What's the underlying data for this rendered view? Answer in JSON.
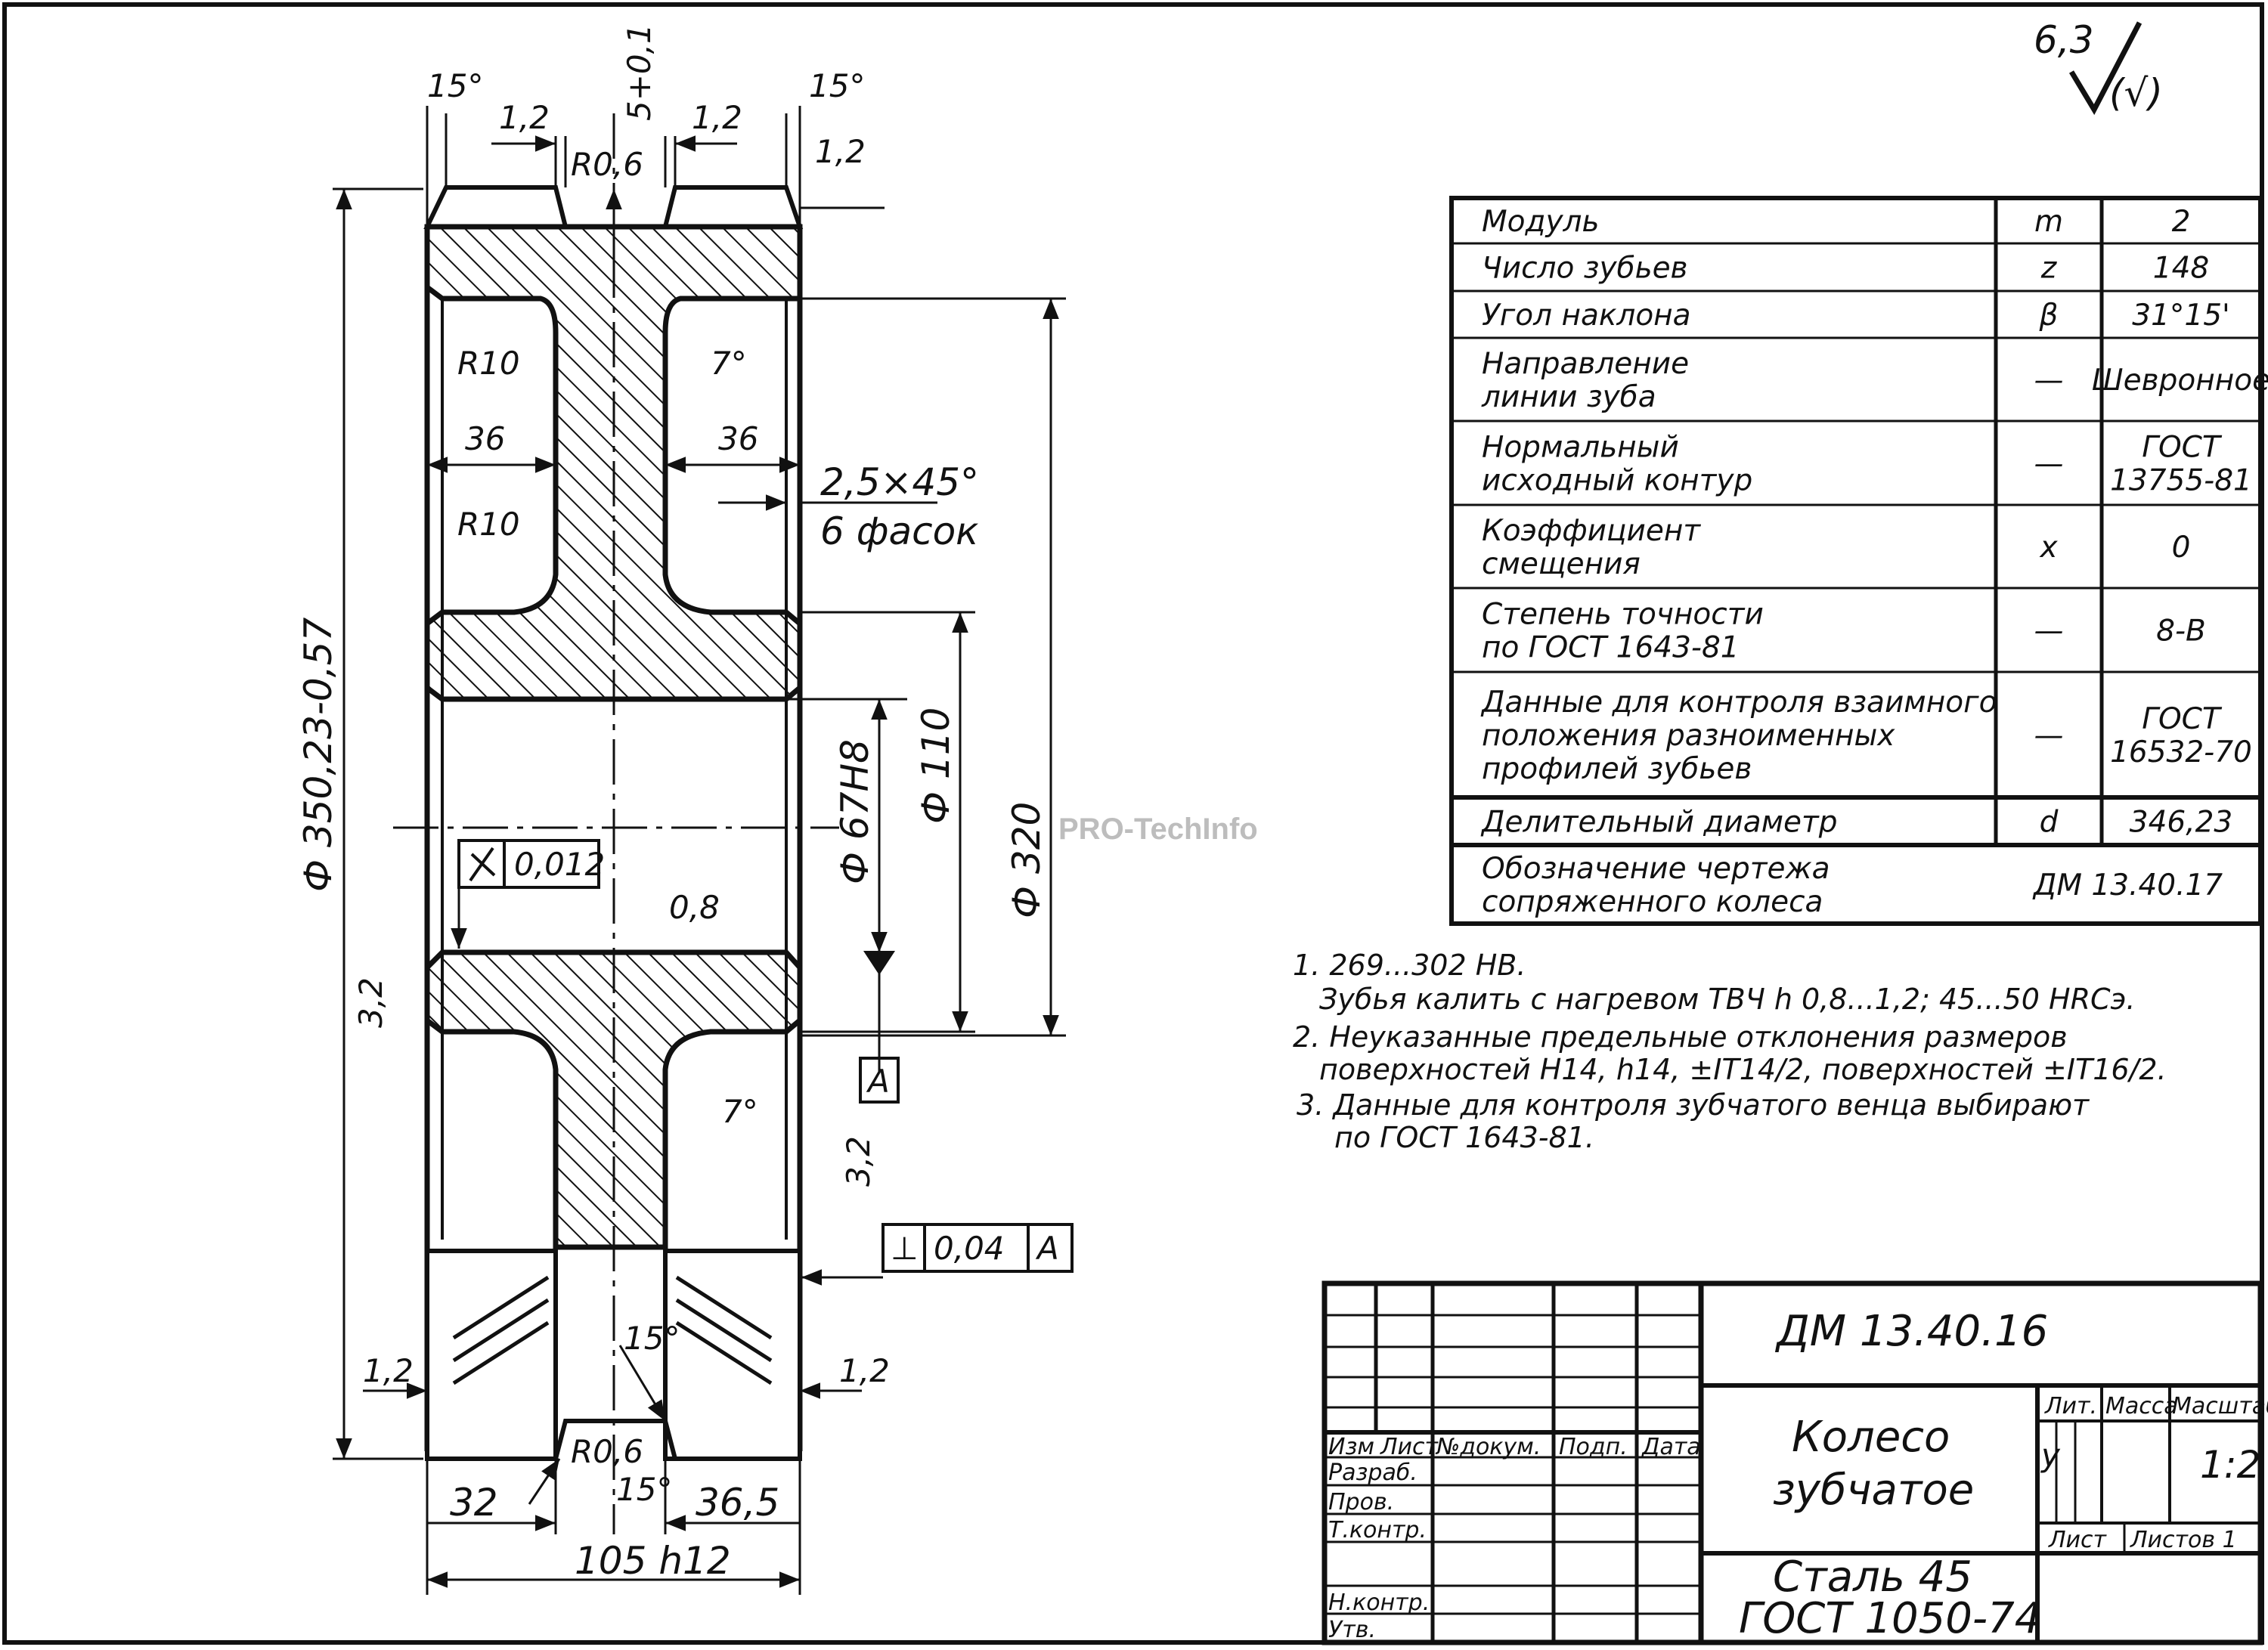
{
  "roughness": {
    "value": "6,3",
    "symbol_note": "(√)"
  },
  "drawing": {
    "angles": {
      "top_left": "15°",
      "top_right": "15°",
      "web_upper": "7°",
      "web_lower": "7°",
      "groove_lower": "15°",
      "groove_lower2": "15°"
    },
    "dims": {
      "chamfer_left_top": "1,2",
      "chamfer_right_top": "1,2",
      "groove_width": "5+0,1",
      "radius_top": "R0,6",
      "rough_top": "1,2",
      "r10_upper": "R10",
      "r10_lower": "R10",
      "web_left": "36",
      "web_right": "36",
      "chamfer": "2,5×45°",
      "chamfer_count": "6 фасок",
      "tip_diameter": "Ф 350,23-0,57",
      "bore": "Ф 67Н8",
      "hub": "Ф 110",
      "web_dia": "Ф 320",
      "runout_value": "0,012",
      "rough_bore": "0,8",
      "rough_left": "3,2",
      "rough_right": "3,2",
      "datum": "A",
      "perp_sym": "⊥",
      "perp_value": "0,04",
      "perp_datum": "A",
      "chamfer_left_bottom": "1,2",
      "chamfer_right_bottom": "1,2",
      "radius_bottom": "R0,6",
      "width_left": "32",
      "width_right": "36,5",
      "total_width": "105 h12"
    }
  },
  "watermark": "PRO-TechInfo",
  "params_table": {
    "rows": [
      {
        "label": [
          "Модуль"
        ],
        "sym": "m",
        "val": [
          "2"
        ]
      },
      {
        "label": [
          "Число зубьев"
        ],
        "sym": "z",
        "val": [
          "148"
        ]
      },
      {
        "label": [
          "Угол наклона"
        ],
        "sym": "β",
        "val": [
          "31°15'"
        ]
      },
      {
        "label": [
          "Направление",
          "линии зуба"
        ],
        "sym": "—",
        "val": [
          "Шевронное"
        ]
      },
      {
        "label": [
          "Нормальный",
          "исходный контур"
        ],
        "sym": "—",
        "val": [
          "ГОСТ",
          "13755-81"
        ]
      },
      {
        "label": [
          "Коэффициент",
          "смещения"
        ],
        "sym": "x",
        "val": [
          "0"
        ]
      },
      {
        "label": [
          "Степень точности",
          "по ГОСТ 1643-81"
        ],
        "sym": "—",
        "val": [
          "8-В"
        ]
      },
      {
        "label": [
          "Данные для контроля взаимного",
          "положения разноименных",
          "профилей зубьев"
        ],
        "sym": "—",
        "val": [
          "ГОСТ",
          "16532-70"
        ]
      },
      {
        "label": [
          "Делительный диаметр"
        ],
        "sym": "d",
        "val": [
          "346,23"
        ]
      },
      {
        "label": [
          "Обозначение чертежа",
          "сопряженного колеса"
        ],
        "merged_val": "ДМ 13.40.17"
      }
    ]
  },
  "notes": [
    "1. 269...302 НВ.",
    "Зубья калить с нагревом ТВЧ h 0,8...1,2; 45...50 HRCэ.",
    "2. Неуказанные предельные отклонения размеров",
    "поверхностей   Н14, h14, ±IT14/2, поверхностей   ±IT16/2.",
    "3. Данные для контроля зубчатого венца выбирают",
    "по ГОСТ 1643-81."
  ],
  "title_block": {
    "doc_number": "ДМ 13.40.16",
    "part_name": [
      "Колесо",
      "зубчатое"
    ],
    "material": [
      "Сталь 45",
      "ГОСТ 1050-74"
    ],
    "headers": {
      "izm": "Изм",
      "list": "Лист",
      "doc": "№докум.",
      "sign": "Подп.",
      "date": "Дата"
    },
    "roles": [
      "Разраб.",
      "Пров.",
      "Т.контр.",
      "Н.контр.",
      "Утв."
    ],
    "lit": "Лит.",
    "mass": "Масса",
    "scale_label": "Масштаб",
    "lit_value": "у",
    "scale": "1:2",
    "sheet": "Лист",
    "sheets": "Листов 1"
  }
}
